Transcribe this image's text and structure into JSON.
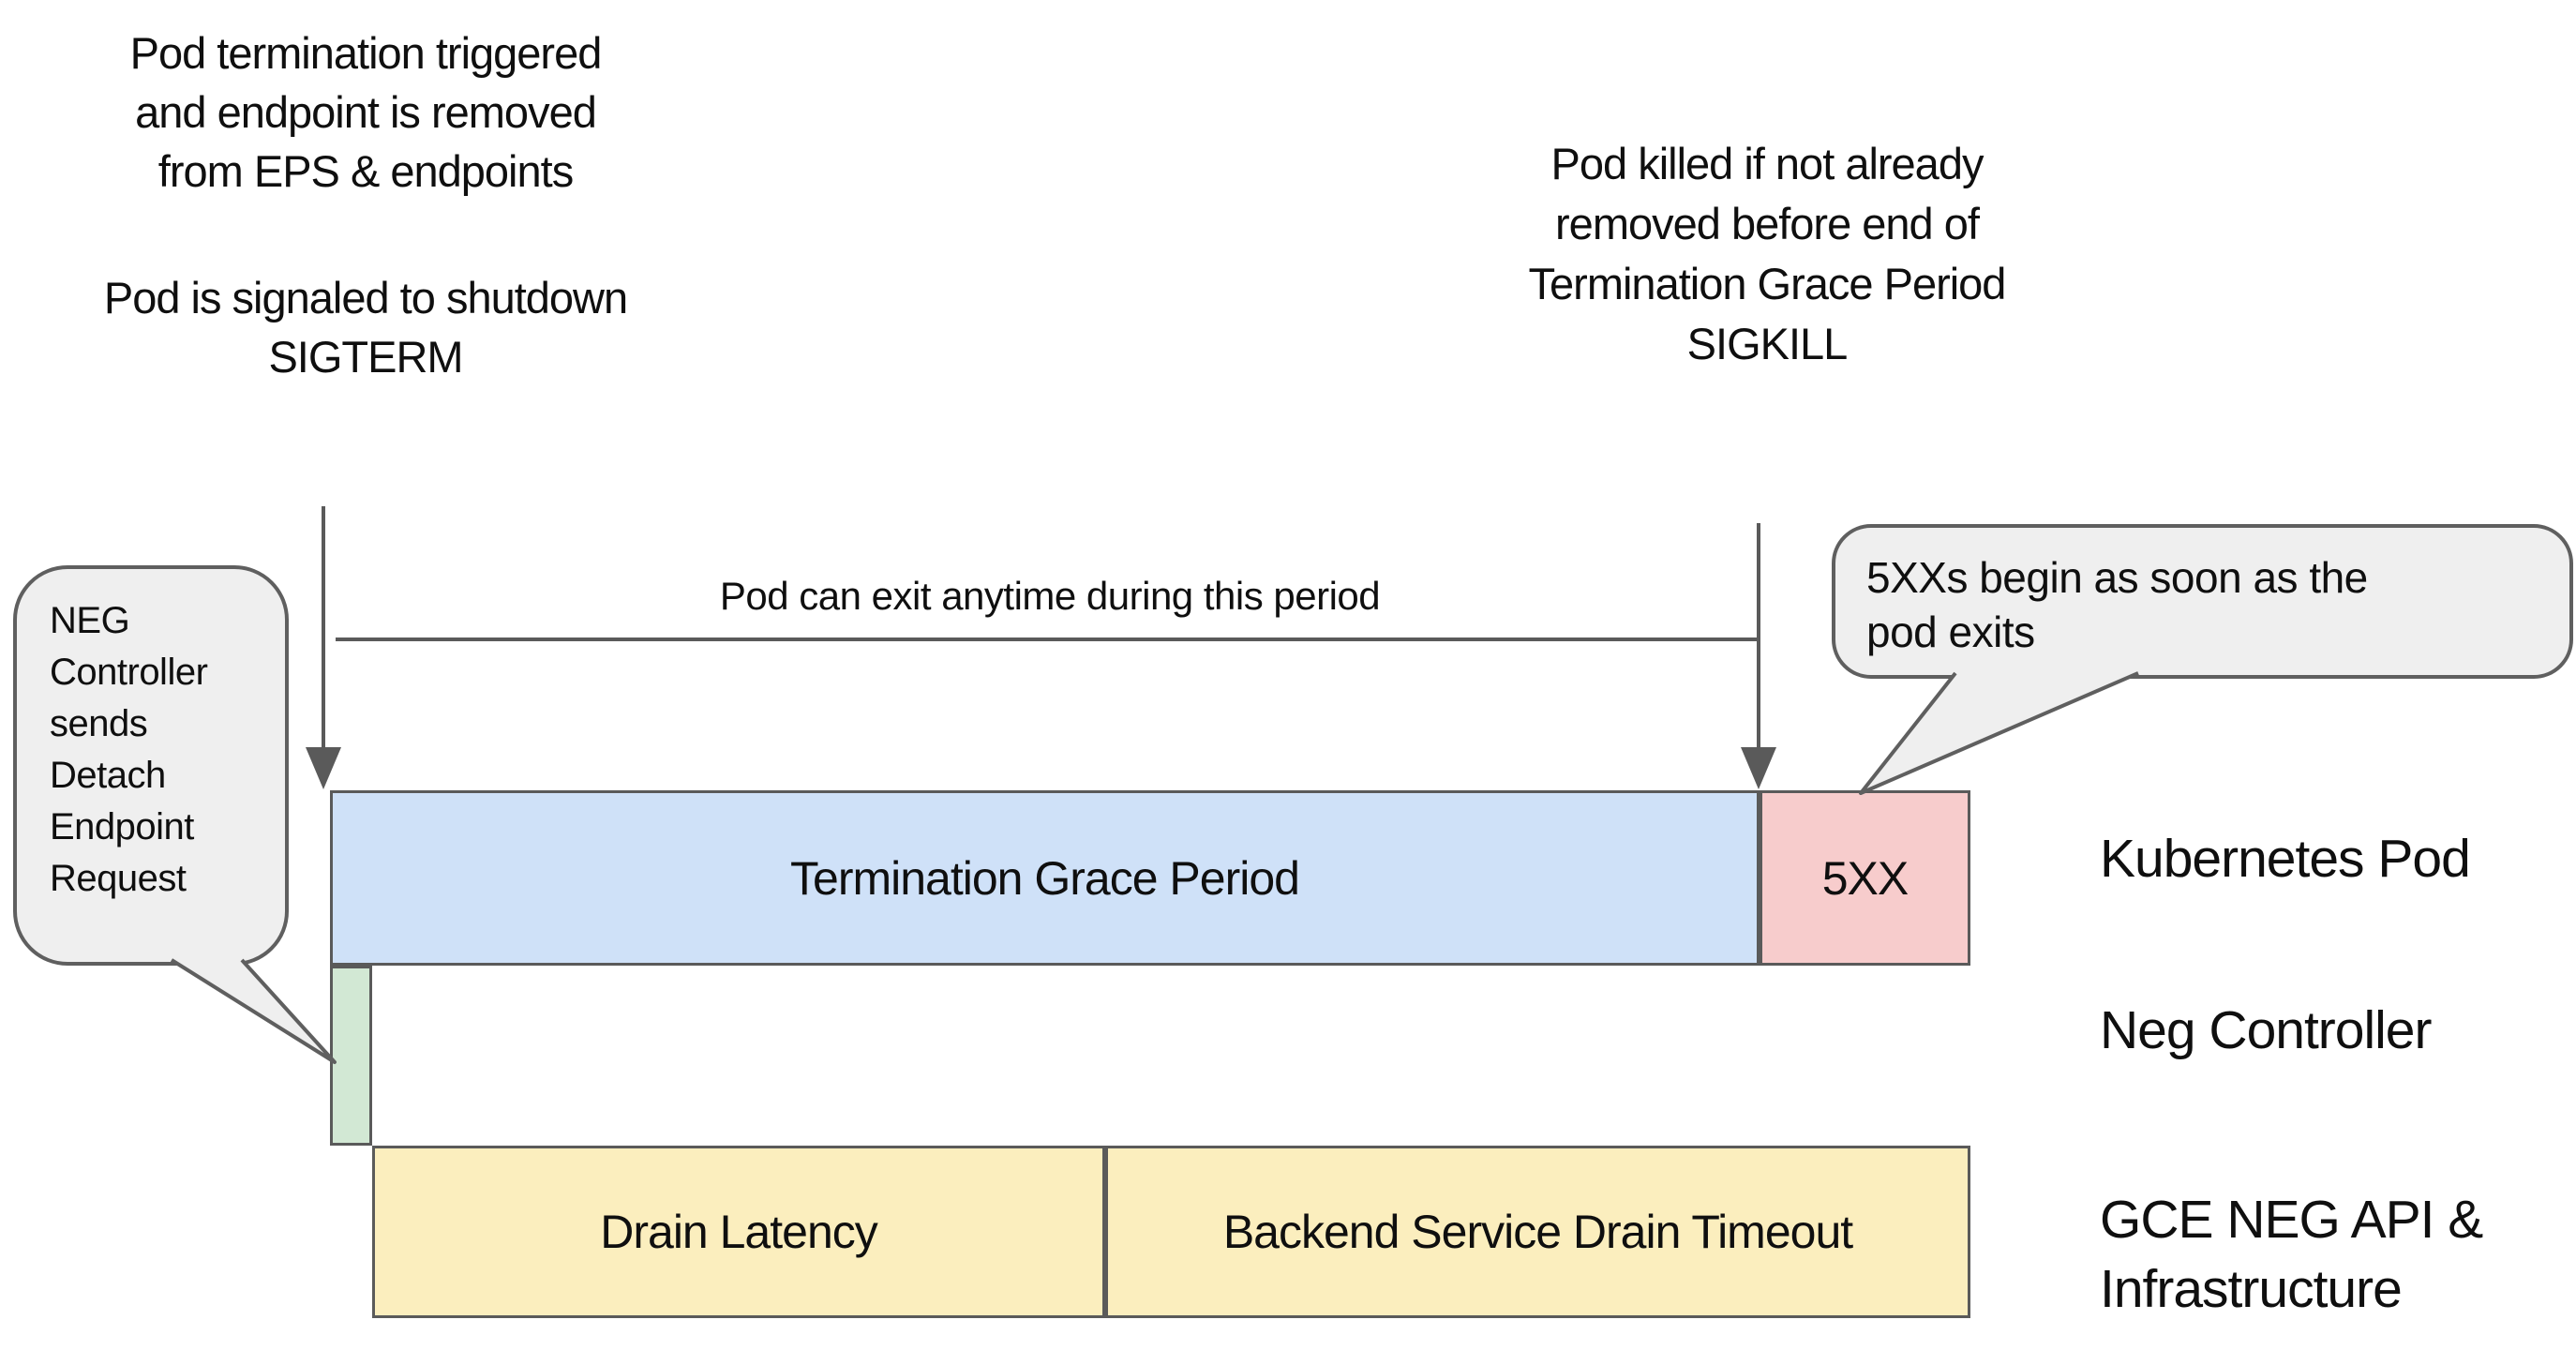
{
  "annotations": {
    "top_left": {
      "para1": [
        "Pod termination triggered",
        "and endpoint is removed",
        "from EPS & endpoints"
      ],
      "para2": [
        "Pod is signaled to shutdown",
        "SIGTERM"
      ]
    },
    "top_right": {
      "lines": [
        "Pod killed if not already",
        "removed before end of",
        "Termination Grace Period",
        "SIGKILL"
      ]
    },
    "span_label": "Pod can exit anytime during this period"
  },
  "bubbles": {
    "left": {
      "lines": [
        "NEG",
        "Controller",
        "sends",
        "Detach",
        "Endpoint",
        "Request"
      ]
    },
    "right": {
      "lines": [
        "5XXs begin as soon as the",
        "pod exits"
      ]
    }
  },
  "bars": {
    "termination_grace_period": {
      "label": "Termination Grace Period",
      "color": "#cfe1f8"
    },
    "error_5xx": {
      "label": "5XX",
      "color": "#f7cccc"
    },
    "neg_detach_marker": {
      "label": "",
      "color": "#d2e8d4"
    },
    "drain_latency": {
      "label": "Drain Latency",
      "color": "#fbeebe"
    },
    "backend_service_drain_timeout": {
      "label": "Backend Service Drain Timeout",
      "color": "#fbeebe"
    }
  },
  "row_labels": {
    "kubernetes_pod": "Kubernetes Pod",
    "neg_controller": "Neg Controller",
    "gce_line1": "GCE NEG API &",
    "gce_line2": "Infrastructure"
  },
  "colors": {
    "bar_border": "#5a5a5a",
    "arrow_line": "#5a5a5a",
    "bubble_fill": "#efefef",
    "bubble_border": "#5f5f5f",
    "background": "#ffffff"
  }
}
